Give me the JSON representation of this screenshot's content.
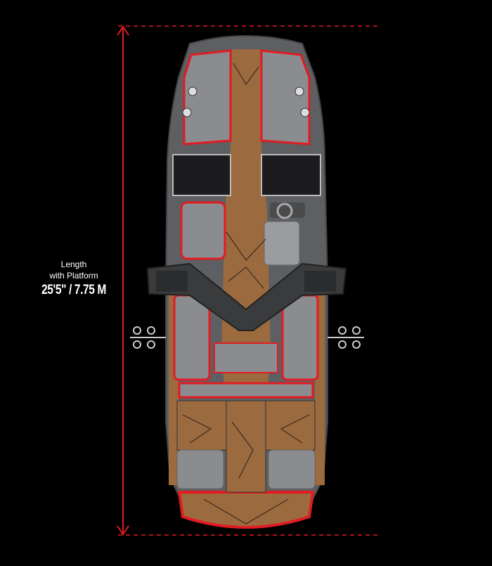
{
  "dimension": {
    "label_line1": "Length",
    "label_line2": "with Platform",
    "value": "25'5\" / 7.75 M"
  },
  "colors": {
    "background": "#000000",
    "accent_red": "#e21b23",
    "hull_gray": "#6b6d70",
    "seat_gray": "#8a8c8f",
    "deck_teak": "#9c6a3f",
    "tower_dark": "#3a3b3d"
  },
  "icons": {
    "boat": "boat-top-view-icon"
  }
}
